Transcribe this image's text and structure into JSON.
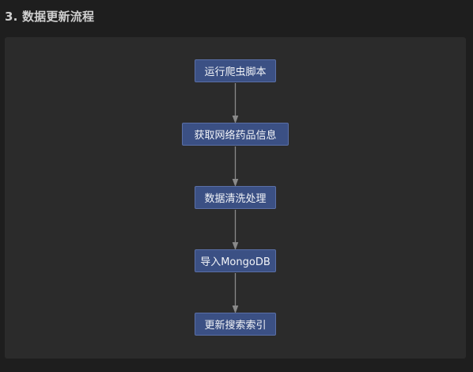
{
  "section": {
    "title": "3. 数据更新流程"
  },
  "flow": {
    "nodes": [
      {
        "label": "运行爬虫脚本"
      },
      {
        "label": "获取网络药品信息"
      },
      {
        "label": "数据清洗处理"
      },
      {
        "label": "导入MongoDB"
      },
      {
        "label": "更新搜索索引"
      }
    ]
  },
  "colors": {
    "page_background": "#1e1e1e",
    "panel_background": "#2b2b2b",
    "node_fill": "#3b5084",
    "node_border": "#5a6fa6",
    "arrow": "#8a8a8a"
  }
}
